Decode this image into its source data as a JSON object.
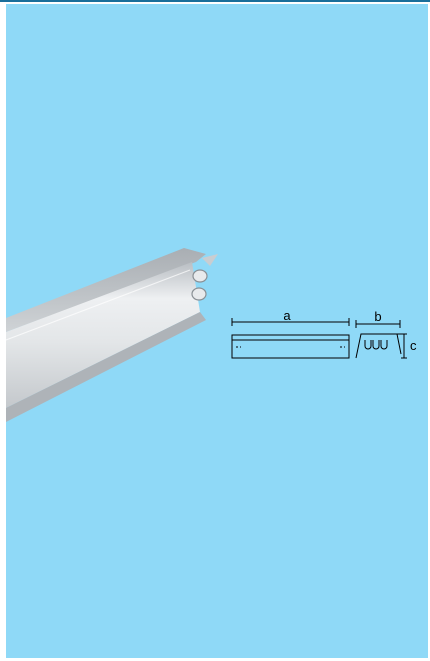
{
  "colors": {
    "background": "#8fd9f7",
    "top_rule": "#1a6e9a",
    "profile_metal": "#d8dbde",
    "line": "#000000"
  },
  "diagram": {
    "dimension_labels": {
      "length": "a",
      "width": "b",
      "height": "c"
    }
  }
}
